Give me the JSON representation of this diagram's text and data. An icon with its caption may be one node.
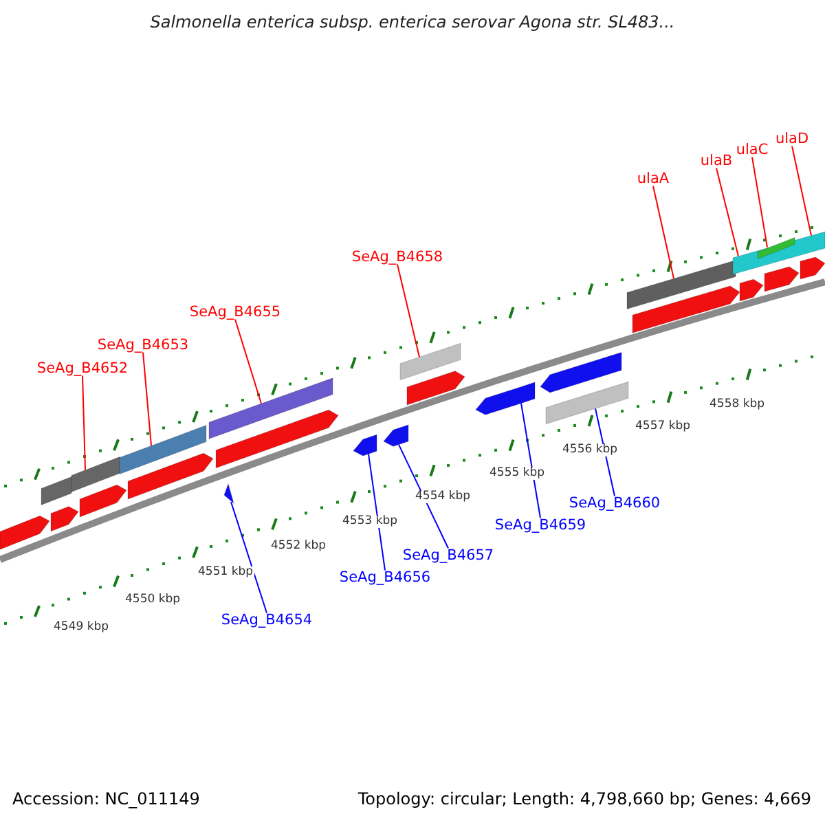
{
  "diagram": {
    "title": "Salmonella enterica subsp. enterica serovar Agona str. SL483...",
    "nodes": [
      {
        "text": [
          "SeAg_B4652"
        ]
      },
      {
        "text": [
          "SeAg_B4653"
        ]
      },
      {
        "text": [
          "SeAg_B4655"
        ]
      },
      {
        "text": [
          "SeAg_B4658"
        ]
      },
      {
        "text": [
          "ulaA"
        ]
      },
      {
        "text": [
          "ulaB"
        ]
      },
      {
        "text": [
          "ulaC"
        ]
      },
      {
        "text": [
          "ulaD"
        ]
      },
      {
        "text": [
          "SeAg_B4654"
        ]
      },
      {
        "text": [
          "SeAg_B4656"
        ]
      },
      {
        "text": [
          "SeAg_B4657"
        ]
      },
      {
        "text": [
          "SeAg_B4659"
        ]
      },
      {
        "text": [
          "SeAg_B4660"
        ]
      },
      {
        "text": [],
        "shape": "pentagon"
      },
      {
        "text": [],
        "shape": "pentagon"
      },
      {
        "text": [],
        "shape": "bar"
      },
      {
        "text": [],
        "shape": "pentagon"
      },
      {
        "text": [],
        "shape": "bar"
      },
      {
        "text": [],
        "shape": "bar"
      },
      {
        "text": [],
        "shape": "pentagon"
      },
      {
        "text": [],
        "shape": "bar"
      },
      {
        "text": [],
        "shape": "pentagon"
      },
      {
        "text": [],
        "shape": "triangle"
      },
      {
        "text": [],
        "shape": "pentagon"
      },
      {
        "text": [],
        "shape": "pentagon"
      },
      {
        "text": [],
        "shape": "bar"
      },
      {
        "text": [],
        "shape": "pentagon"
      },
      {
        "text": [],
        "shape": "pentagon"
      },
      {
        "text": [],
        "shape": "pentagon"
      },
      {
        "text": [],
        "shape": "bar"
      },
      {
        "text": [],
        "shape": "bar"
      },
      {
        "text": [],
        "shape": "pentagon"
      },
      {
        "text": [],
        "shape": "bar"
      },
      {
        "text": [],
        "shape": "bar",
        "in": 32
      },
      {
        "text": [],
        "shape": "pentagon"
      },
      {
        "text": [],
        "shape": "pentagon"
      },
      {
        "text": [],
        "shape": "pentagon"
      }
    ],
    "edges": [
      {
        "from": 0,
        "to": 17,
        "arrow": "none"
      },
      {
        "from": 1,
        "to": 18,
        "arrow": "none"
      },
      {
        "from": 2,
        "to": 20,
        "arrow": "none"
      },
      {
        "from": 3,
        "to": 25,
        "arrow": "none"
      },
      {
        "from": 4,
        "to": 30,
        "arrow": "none"
      },
      {
        "from": 5,
        "to": 32,
        "arrow": "none"
      },
      {
        "from": 6,
        "to": 33,
        "arrow": "none"
      },
      {
        "from": 7,
        "to": 32,
        "arrow": "none"
      },
      {
        "from": 8,
        "to": 22,
        "arrow": "none",
        "color": "#0000ff"
      },
      {
        "from": 9,
        "to": 23,
        "arrow": "none",
        "color": "#0000ff"
      },
      {
        "from": 10,
        "to": 24,
        "arrow": "none",
        "color": "#0000ff"
      },
      {
        "from": 11,
        "to": 27,
        "arrow": "none",
        "color": "#0000ff"
      },
      {
        "from": 12,
        "to": 29,
        "arrow": "none",
        "color": "#0000ff"
      }
    ],
    "labels": [
      "4549 kbp",
      "4550 kbp",
      "4551 kbp",
      "4552 kbp",
      "4553 kbp",
      "4554 kbp",
      "4555 kbp",
      "4556 kbp",
      "4557 kbp",
      "4558 kbp",
      "Accession: NC_011149",
      "Topology: circular; Length: 4,798,660 bp; Genes: 4,669"
    ]
  }
}
